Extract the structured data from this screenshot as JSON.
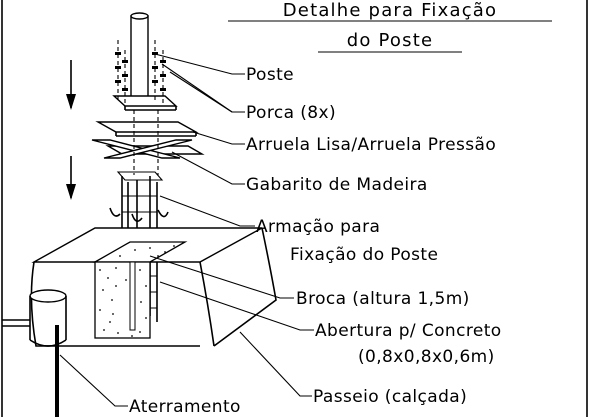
{
  "title": {
    "line1": "Detalhe para Fixação",
    "line2": "do Poste"
  },
  "labels": {
    "poste": "Poste",
    "porca": "Porca (8x)",
    "arruela": "Arruela Lisa/Arruela Pressão",
    "gabarito": "Gabarito de Madeira",
    "armacao_1": "Armação para",
    "armacao_2": "Fixação do Poste",
    "broca": "Broca (altura 1,5m)",
    "abertura_1": "Abertura p/ Concreto",
    "abertura_2": "(0,8x0,8x0,6m)",
    "passeio": "Passeio (calçada)",
    "aterramento": "Aterramento"
  }
}
